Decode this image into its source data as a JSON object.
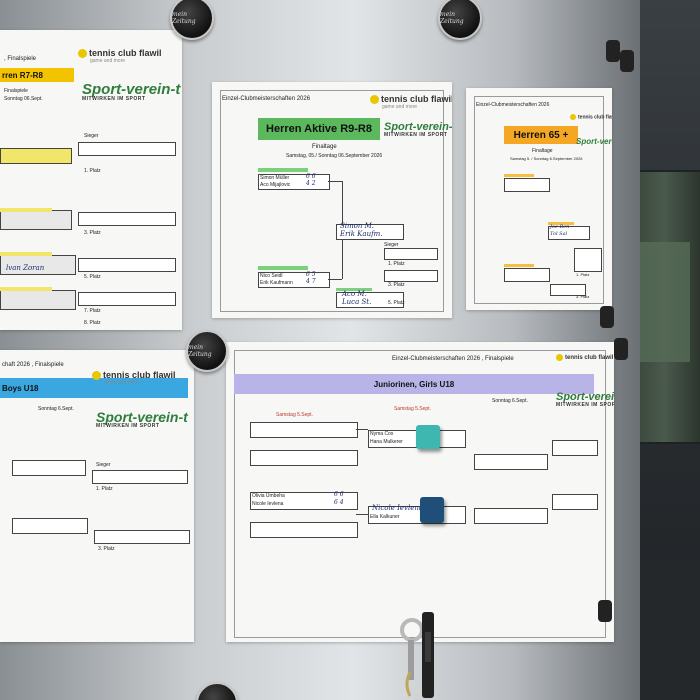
{
  "left_top_sheet": {
    "heading": ", Finalspiele",
    "band": "rren  R7-R8",
    "subtitle": "Finalspiele",
    "date": "Sonntag 06.Sept.",
    "winner_label": "Sieger",
    "places": [
      "1. Platz",
      "3. Platz",
      "5. Platz",
      "7. Platz",
      "8. Platz"
    ],
    "hand_names": [
      "lvan Zoran"
    ],
    "colors": {
      "band": "#f4c300",
      "strip": "#f1e66a"
    }
  },
  "center_top_sheet": {
    "heading": "Einzel-Clubmeisterschaften 2026",
    "band": "Herren Aktive R9-R8",
    "subtitle": "Finaltage",
    "date": "Samstag, 05./ Sonntag 06.September 2026",
    "players_top": [
      "Simon Müller",
      "Aco Mijajlovic"
    ],
    "players_bottom": [
      "Nico Seidl",
      "Erik Kaufmann"
    ],
    "scores_top": [
      "6 6",
      "4 2"
    ],
    "scores_bottom": [
      "6 5",
      "4 7"
    ],
    "hand_names": [
      "Simon M.",
      "Erik Kaufm.",
      "Aco M.",
      "Luca St."
    ],
    "winner_label": "Sieger",
    "places": [
      "1. Platz",
      "3. Platz",
      "5. Platz"
    ],
    "colors": {
      "band": "#5cb85c",
      "strip": "#7ccf7c"
    }
  },
  "right_top_sheet": {
    "heading": "Einzel-Clubmeisterschaften 2026",
    "band": "Herren  65 +",
    "subtitle": "Finaltage",
    "date": "Samstag 5. / Sonntag 6.September 2026",
    "places": [
      "1. Platz",
      "3. Platz"
    ],
    "hand_names": [
      "Joe Ben",
      "Tol Sal"
    ],
    "colors": {
      "band": "#f5a623",
      "strip": "#f5c042"
    }
  },
  "left_bottom_sheet": {
    "heading": "chaft 2026 , Finalspiele",
    "band": "Boys U18",
    "date": "Sonntag 6.Sept.",
    "winner_label": "Sieger",
    "places": [
      "1. Platz",
      "3. Platz"
    ],
    "colors": {
      "band": "#3aa7e0"
    }
  },
  "right_bottom_sheet": {
    "heading": "Einzel-Clubmeisterschaften 2026 , Finalspiele",
    "band": "Juniorinen, Girls U18",
    "col_labels": [
      "Samstag 5.Sept.",
      "Samstag 5.Sept.",
      "Sonntag 6.Sept."
    ],
    "players_top": [
      "Nyma Cox",
      "Hana Mulkerer"
    ],
    "players_bottom": [
      "Olivia Umbeha",
      "Nicole Ievlena",
      "Ella Kalkuner"
    ],
    "scores": [
      "6 6",
      "6 4"
    ],
    "hand_names": [
      "Nicole Ievlena"
    ],
    "colors": {
      "band": "#b9b4e8"
    }
  },
  "logos": {
    "club_name": "tennis club flawil",
    "club_tagline": "game and more",
    "sport_line1": "Sport-",
    "sport_line2": "verein-t",
    "sport_tagline": "MITWIRKEN IM SPORT"
  },
  "magnets": [
    "mein Zeitung",
    "mein Zeitung",
    "mein Zeitung",
    "mein"
  ],
  "colors": {
    "pillar": "#d9dcde",
    "paper": "#f7f7f5",
    "teal_cube": "#3fb7b1",
    "navy_cube": "#1f4e79",
    "ink": "#1a2a6c"
  }
}
